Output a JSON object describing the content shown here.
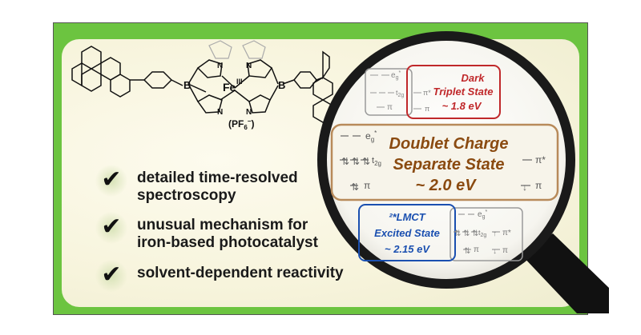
{
  "molecule": {
    "metal": "Fe",
    "oxidation": "III",
    "boron": "B",
    "nitrogen": "N",
    "counterion": "(PF",
    "counterion_sub": "6",
    "counterion_sup": "−",
    "counterion_end": ")"
  },
  "bullets": [
    {
      "lines": [
        "detailed time-resolved",
        "spectroscopy"
      ]
    },
    {
      "lines": [
        "unusual mechanism for",
        "iron-based photocatalyst"
      ]
    },
    {
      "lines": [
        "solvent-dependent reactivity"
      ]
    }
  ],
  "check_glyph": "✔",
  "states": {
    "dark": {
      "line1": "Dark",
      "line2": "Triplet State",
      "energy": "~ 1.8 eV"
    },
    "doublet": {
      "line1": "Doublet Charge",
      "line2": "Separate State",
      "energy": "~ 2.0 eV"
    },
    "lmct": {
      "line1": "²*LMCT",
      "line2": "Excited State",
      "energy": "~ 2.15 eV"
    }
  },
  "orbitals": {
    "eg": "e",
    "eg_sub": "g",
    "star": "*",
    "t2g": "t",
    "t2g_sub": "2g",
    "pi": "π",
    "pi_star": "π*"
  },
  "colors": {
    "frame_green": "#6cc440",
    "dark_state": "#c0282a",
    "doublet_state": "#8a4a10",
    "lmct_state": "#1a4fb0"
  }
}
